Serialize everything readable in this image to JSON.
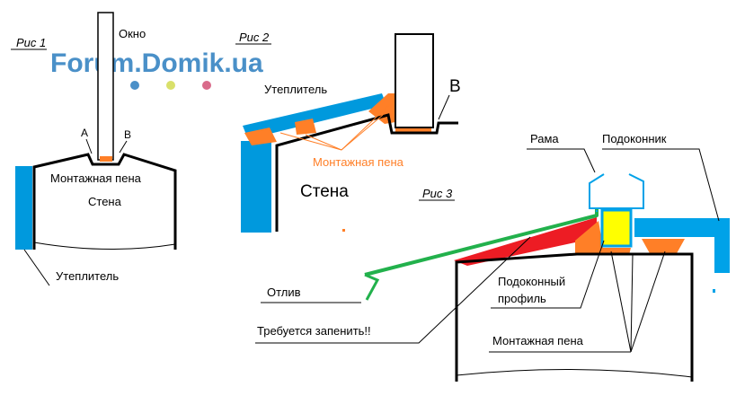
{
  "watermark": {
    "text": "Forum.Domik.ua",
    "color": "#4a90c8",
    "dot_colors": [
      "#4a90c8",
      "#d9e06a",
      "#d96a8a"
    ]
  },
  "colors": {
    "insulation_blue": "#0099dd",
    "foam_orange": "#ff7f27",
    "outline_black": "#000000",
    "flashing_green": "#22b14c",
    "gap_red": "#ed1c24",
    "profile_yellow": "#ffff00",
    "frame_cyan": "#00a2e8"
  },
  "fig1": {
    "label": "Рис 1",
    "window": "Окно",
    "point_a": "А",
    "point_b": "В",
    "foam": "Монтажная пена",
    "wall": "Стена",
    "insulation": "Утеплитель"
  },
  "fig2": {
    "label": "Рис 2",
    "insulation": "Утеплитель",
    "point_b": "В",
    "foam": "Монтажная пена",
    "wall": "Стена"
  },
  "fig3": {
    "label": "Рис 3",
    "frame": "Рама",
    "sill": "Подоконник",
    "flashing": "Отлив",
    "sill_profile_line1": "Подоконный",
    "sill_profile_line2": "профиль",
    "needs_foam": "Требуется запенить!!",
    "foam": "Монтажная пена"
  }
}
